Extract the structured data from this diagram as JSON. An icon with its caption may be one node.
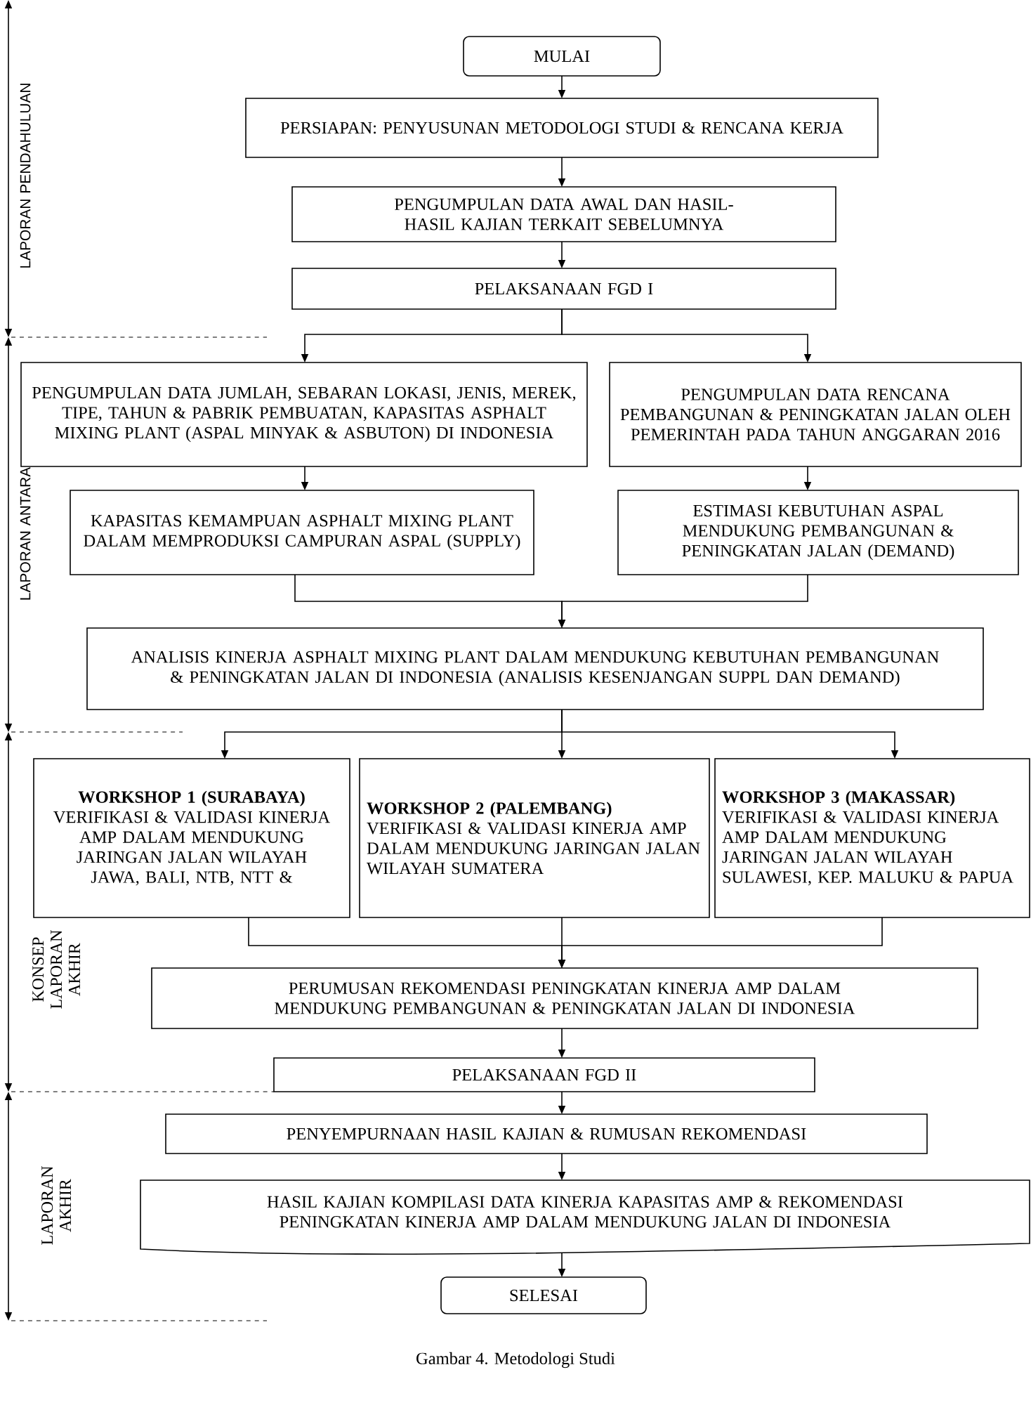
{
  "diagram": {
    "caption": "Gambar 4. Metodologi Studi",
    "nodes": [
      {
        "text": [
          "MULAI"
        ]
      },
      {
        "text": [
          "PERSIAPAN: PENYUSUNAN METODOLOGI STUDI & RENCANA KERJA"
        ]
      },
      {
        "text": [
          "PENGUMPULAN DATA AWAL DAN HASIL-HASIL KAJIAN TERKAIT SEBELUMNYA"
        ]
      },
      {
        "text": [
          "PELAKSANAAN FGD I"
        ]
      },
      {
        "text": [
          "PENGUMPULAN DATA JUMLAH, SEBARAN LOKASI, JENIS, MEREK, TIPE, TAHUN & PABRIK PEMBUATAN, KAPASITAS ASPHALT MIXING PLANT (ASPAL MINYAK & ASBUTON) DI INDONESIA"
        ]
      },
      {
        "text": [
          "PENGUMPULAN DATA RENCANA PEMBANGUNAN & PENINGKATAN JALAN OLEH PEMERINTAH PADA TAHUN ANGGARAN 2016"
        ]
      },
      {
        "text": [
          "KAPASITAS KEMAMPUAN ASPHALT MIXING PLANT DALAM MEMPRODUKSI CAMPURAN ASPAL (SUPPLY)"
        ]
      },
      {
        "text": [
          "ESTIMASI KEBUTUHAN ASPAL MENDUKUNG PEMBANGUNAN & PENINGKATAN JALAN (DEMAND)"
        ]
      },
      {
        "text": [
          "ANALISIS KINERJA ASPHALT MIXING PLANT DALAM MENDUKUNG KEBUTUHAN PEMBANGUNAN & PENINGKATAN JALAN DI INDONESIA (ANALISIS KESENJANGAN SUPPL DAN DEMAND)"
        ]
      },
      {
        "text": [
          "WORKSHOP 1 (SURABAYA)",
          "VERIFIKASI & VALIDASI KINERJA AMP DALAM MENDUKUNG JARINGAN JALAN WILAYAH JAWA, BALI, NTB, NTT &"
        ]
      },
      {
        "text": [
          "WORKSHOP 2 (PALEMBANG)",
          "VERIFIKASI & VALIDASI KINERJA AMP DALAM MENDUKUNG JARINGAN JALAN WILAYAH SUMATERA"
        ]
      },
      {
        "text": [
          "WORKSHOP 3 (MAKASSAR)",
          "VERIFIKASI & VALIDASI KINERJA AMP DALAM MENDUKUNG JARINGAN JALAN WILAYAH SULAWESI, KEP. MALUKU & PAPUA"
        ]
      },
      {
        "text": [
          "PERUMUSAN REKOMENDASI PENINGKATAN KINERJA AMP DALAM MENDUKUNG PEMBANGUNAN & PENINGKATAN JALAN DI INDONESIA"
        ]
      },
      {
        "text": [
          "PELAKSANAAN FGD II"
        ]
      },
      {
        "text": [
          "PENYEMPURNAAN HASIL KAJIAN & RUMUSAN REKOMENDASI"
        ]
      },
      {
        "text": [
          "HASIL KAJIAN KOMPILASI DATA KINERJA KAPASITAS AMP & REKOMENDASI PENINGKATAN KINERJA AMP DALAM MENDUKUNG JALAN DI INDONESIA"
        ]
      },
      {
        "text": [
          "SELESAI"
        ]
      }
    ],
    "edges": [
      {
        "from": 0,
        "to": 1,
        "arrow": "to"
      },
      {
        "from": 1,
        "to": 2,
        "arrow": "to"
      },
      {
        "from": 2,
        "to": 3,
        "arrow": "to"
      },
      {
        "from": 3,
        "to": 4,
        "arrow": "to"
      },
      {
        "from": 3,
        "to": 5,
        "arrow": "to"
      },
      {
        "from": 4,
        "to": 6,
        "arrow": "to"
      },
      {
        "from": 5,
        "to": 7,
        "arrow": "to"
      },
      {
        "from": 6,
        "to": 8,
        "arrow": "to"
      },
      {
        "from": 7,
        "to": 8,
        "arrow": "to"
      },
      {
        "from": 8,
        "to": 9,
        "arrow": "to"
      },
      {
        "from": 8,
        "to": 10,
        "arrow": "to"
      },
      {
        "from": 8,
        "to": 11,
        "arrow": "to"
      },
      {
        "from": 9,
        "to": 12,
        "arrow": "to"
      },
      {
        "from": 10,
        "to": 12,
        "arrow": "to"
      },
      {
        "from": 11,
        "to": 12,
        "arrow": "to"
      },
      {
        "from": 12,
        "to": 13,
        "arrow": "to"
      },
      {
        "from": 13,
        "to": 14,
        "arrow": "to"
      },
      {
        "from": 14,
        "to": 15,
        "arrow": "to"
      },
      {
        "from": 15,
        "to": 16,
        "arrow": "to"
      }
    ],
    "labels": [
      "LAPORAN PENDAHULUAN",
      "LAPORAN ANTARA",
      "KONSEP LAPORAN AKHIR",
      "LAPORAN AKHIR"
    ]
  }
}
